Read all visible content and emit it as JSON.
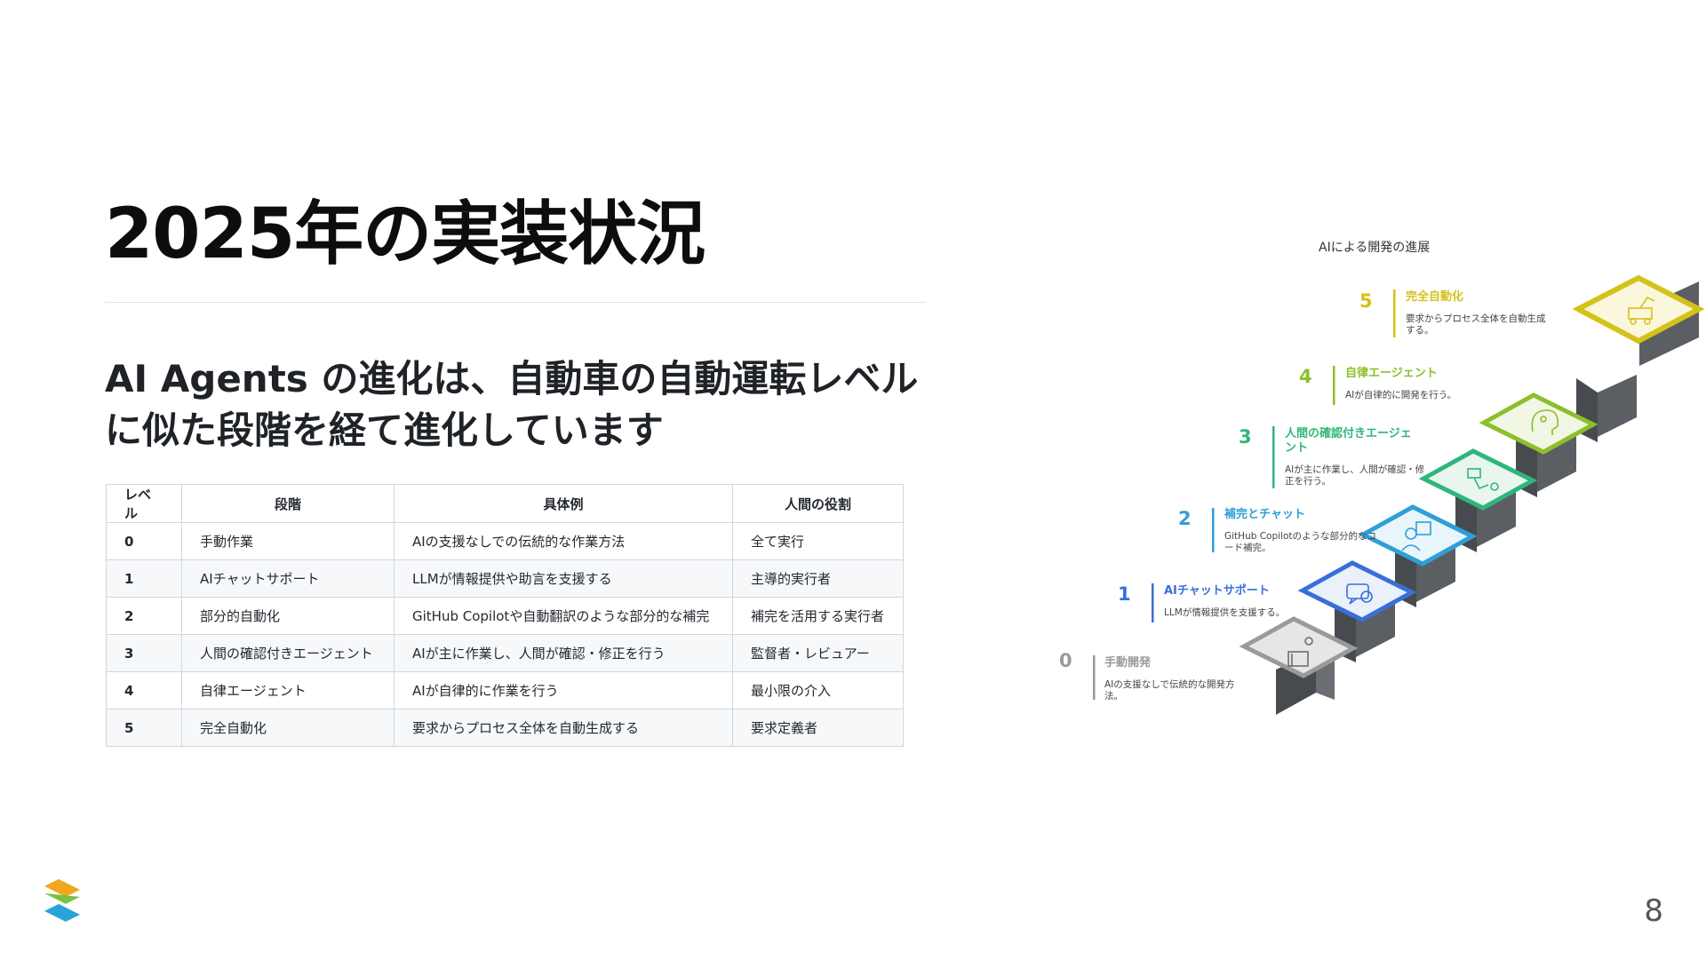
{
  "slide": {
    "title": "2025年の実装状況",
    "subtitle": "AI Agents の進化は、自動車の自動運転レベルに似た段階を経て進化しています",
    "page_number": "8"
  },
  "table": {
    "headers": [
      "レベル",
      "段階",
      "具体例",
      "人間の役割"
    ],
    "rows": [
      [
        "0",
        "手動作業",
        "AIの支援なしでの伝統的な作業方法",
        "全て実行"
      ],
      [
        "1",
        "AIチャットサポート",
        "LLMが情報提供や助言を支援する",
        "主導的実行者"
      ],
      [
        "2",
        "部分的自動化",
        "GitHub Copilotや自動翻訳のような部分的な補完",
        "補完を活用する実行者"
      ],
      [
        "3",
        "人間の確認付きエージェント",
        "AIが主に作業し、人間が確認・修正を行う",
        "監督者・レビュアー"
      ],
      [
        "4",
        "自律エージェント",
        "AIが自律的に作業を行う",
        "最小限の介入"
      ],
      [
        "5",
        "完全自動化",
        "要求からプロセス全体を自動生成する",
        "要求定義者"
      ]
    ]
  },
  "diagram": {
    "title": "AIによる開発の進展",
    "steps": [
      {
        "num": "0",
        "title": "手動開発",
        "desc1": "AIの支援なしで伝統的な開発方",
        "desc2": "法。",
        "color": "#9a9a9a",
        "icon": "desk-worker-icon"
      },
      {
        "num": "1",
        "title": "AIチャットサポート",
        "desc1": "LLMが情報提供を支援する。",
        "desc2": "",
        "color": "#3a6fd8",
        "icon": "chat-bot-icon"
      },
      {
        "num": "2",
        "title": "補完とチャット",
        "desc1": "GitHub Copilotのような部分的なコ",
        "desc2": "ード補完。",
        "color": "#2f9fd6",
        "icon": "code-user-icon"
      },
      {
        "num": "3",
        "title": "人間の確認付きエージェ",
        "title2": "ント",
        "desc1": "AIが主に作業し、人間が確認・修",
        "desc2": "正を行う。",
        "color": "#2fb67a",
        "icon": "robot-arm-icon"
      },
      {
        "num": "4",
        "title": "自律エージェント",
        "desc1": "AIが自律的に開発を行う。",
        "desc2": "",
        "color": "#8cbf2a",
        "icon": "ai-head-icon"
      },
      {
        "num": "5",
        "title": "完全自動化",
        "desc1": "要求からプロセス全体を自動生成",
        "desc2": "する。",
        "color": "#d4c21a",
        "icon": "factory-robot-icon"
      }
    ]
  },
  "colors": {
    "text_dark": "#0d0d0d",
    "table_border": "#d0d7de",
    "stair_side": "#5f6266",
    "stair_front": "#44474b"
  }
}
